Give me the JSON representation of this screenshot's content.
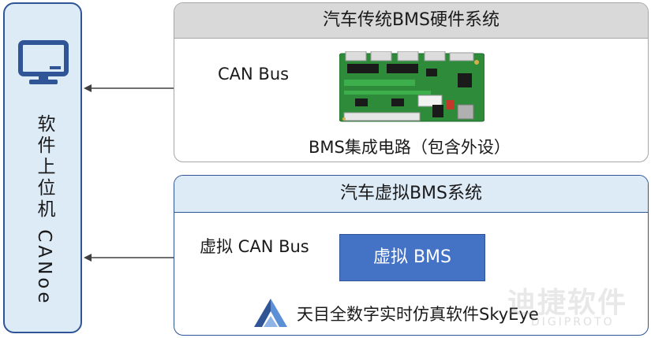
{
  "upper_computer": {
    "label": "软件上位机 CANoe",
    "icon": "monitor-icon"
  },
  "traditional_system": {
    "title": "汽车传统BMS硬件系统",
    "bus_label": "CAN Bus",
    "board_caption": "BMS集成电路（包含外设）",
    "board_icon": "bms-circuit-board-icon"
  },
  "virtual_system": {
    "title": "汽车虚拟BMS系统",
    "bus_label": "虚拟 CAN Bus",
    "module_label": "虚拟 BMS",
    "footer_label": "天目全数字实时仿真软件SkyEye",
    "logo_icon": "skyeye-logo-icon"
  },
  "watermark": {
    "chinese": "迪捷软件",
    "english": "DIGIPROTO"
  },
  "colors": {
    "accent_blue": "#2f5597",
    "module_fill": "#4472c4",
    "light_blue": "#ddebf7",
    "gray_header": "#d9d9d9",
    "pcb_green": "#2e8b3a"
  }
}
